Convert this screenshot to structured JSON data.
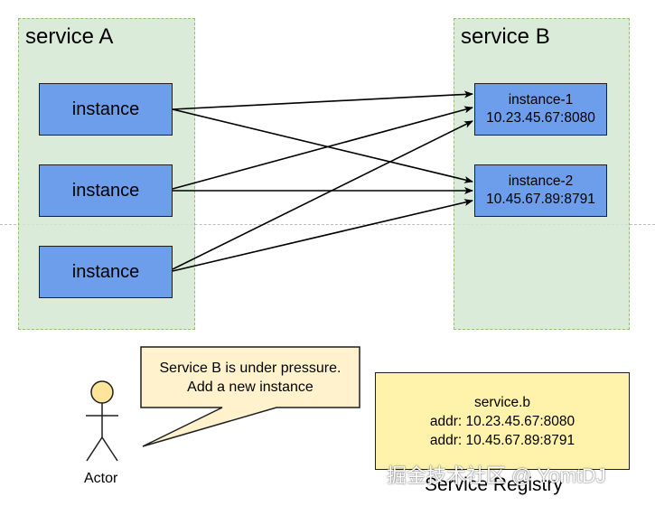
{
  "colors": {
    "group_fill": "#d5e8d4",
    "group_border": "#82b366",
    "instance_fill": "#6d9eeb",
    "callout_fill": "#fff2cc",
    "registry_fill": "#fff2aa",
    "actor_head_fill": "#ffe599"
  },
  "service_a": {
    "title": "service A",
    "instances": [
      "instance",
      "instance",
      "instance"
    ]
  },
  "service_b": {
    "title": "service B",
    "instances": [
      {
        "name": "instance-1",
        "address": "10.23.45.67:8080"
      },
      {
        "name": "instance-2",
        "address": "10.45.67.89:8791"
      }
    ]
  },
  "connections": [
    {
      "from": "service_a.instances.0",
      "to": "service_b.instances.0"
    },
    {
      "from": "service_a.instances.0",
      "to": "service_b.instances.1"
    },
    {
      "from": "service_a.instances.1",
      "to": "service_b.instances.0"
    },
    {
      "from": "service_a.instances.1",
      "to": "service_b.instances.1"
    },
    {
      "from": "service_a.instances.2",
      "to": "service_b.instances.0"
    },
    {
      "from": "service_a.instances.2",
      "to": "service_b.instances.1"
    }
  ],
  "callout": {
    "line1": "Service B is under pressure.",
    "line2": "Add a new instance"
  },
  "actor": {
    "label": "Actor"
  },
  "registry": {
    "service": "service.b",
    "addr1": "addr: 10.23.45.67:8080",
    "addr2": "addr: 10.45.67.89:8791",
    "label": "Service Registry"
  },
  "watermark": "掘金技术社区 @ YomtDJ"
}
